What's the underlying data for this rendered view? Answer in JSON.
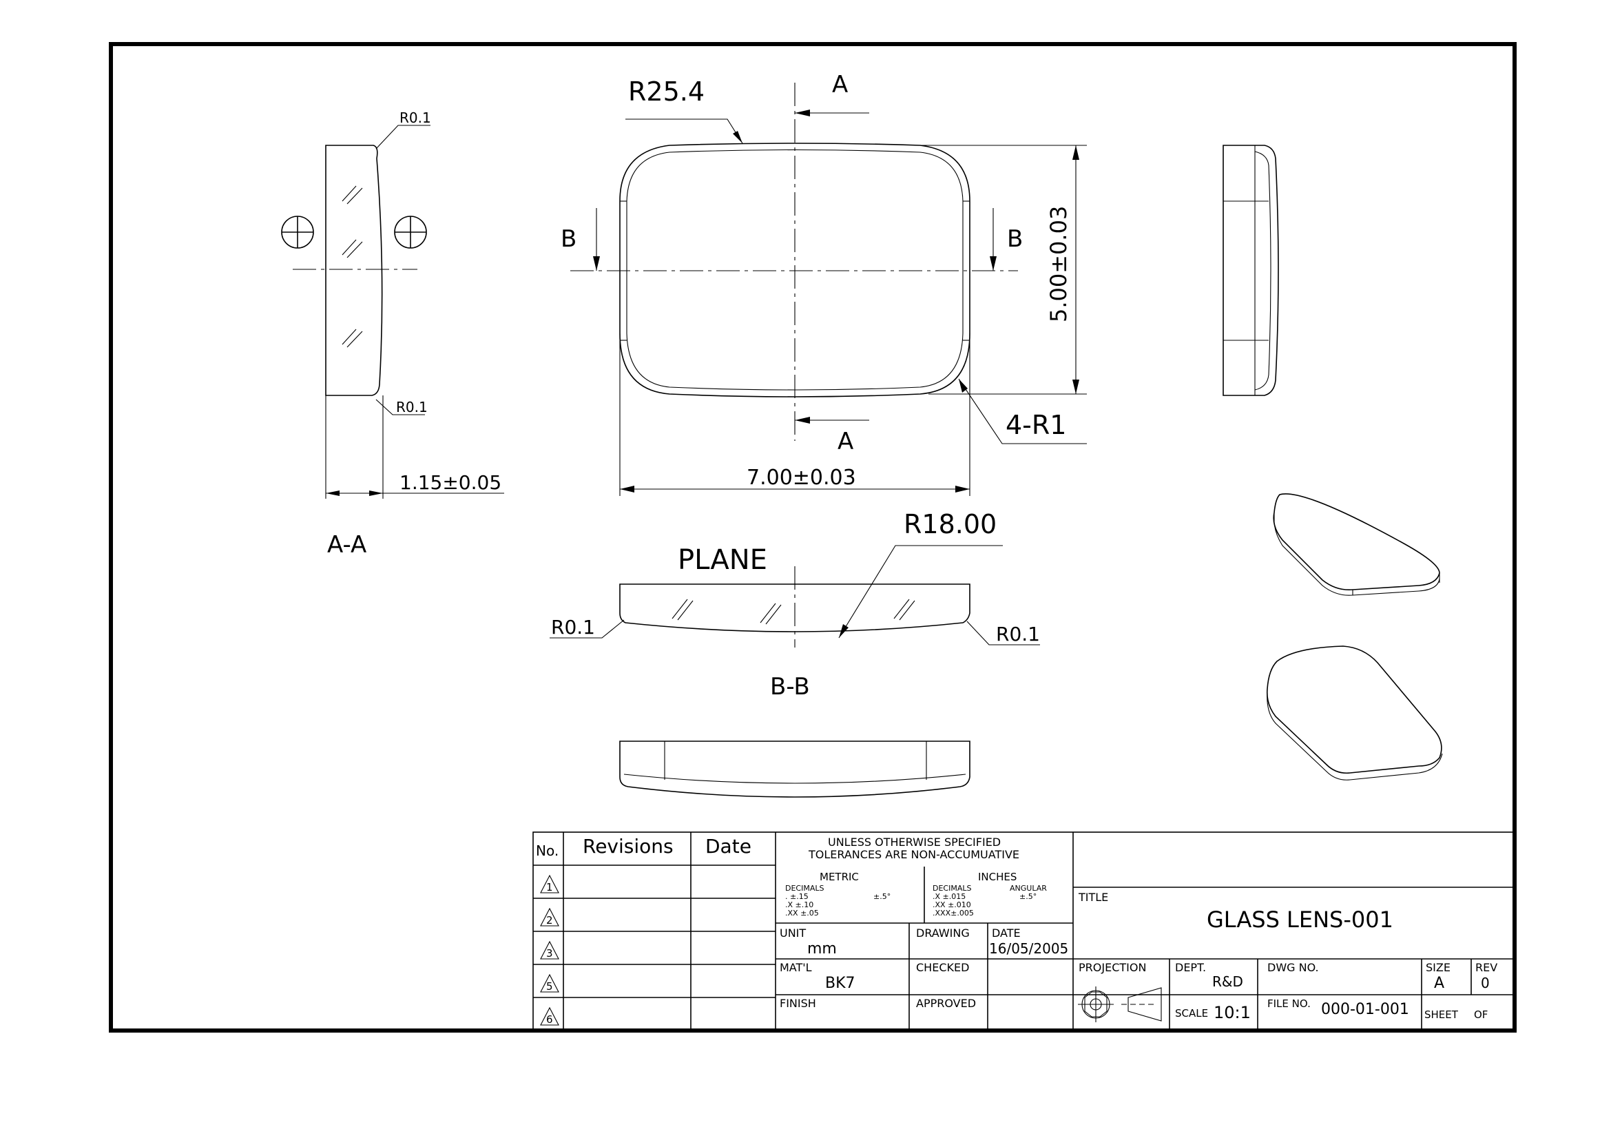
{
  "drawing": {
    "views": {
      "section_aa": {
        "label": "A-A",
        "radius_top": "R0.1",
        "radius_bottom": "R0.1",
        "thickness": "1.15±0.05"
      },
      "front": {
        "corner_radius": "R25.4",
        "section_marker_a": "A",
        "section_marker_b": "B",
        "height": "5.00±0.03",
        "width": "7.00±0.03",
        "corner_fillets": "4-R1"
      },
      "section_bb": {
        "label": "B-B",
        "plane": "PLANE",
        "radius": "R18.00",
        "radius_left": "R0.1",
        "radius_right": "R0.1"
      }
    }
  },
  "title_block": {
    "revisions": {
      "no_header": "No.",
      "revisions_header": "Revisions",
      "date_header": "Date",
      "rows": [
        "1",
        "2",
        "3",
        "5",
        "6"
      ]
    },
    "tolerances": {
      "heading_1": "UNLESS OTHERWISE SPECIFIED",
      "heading_2": "TOLERANCES ARE NON-ACCUMUATIVE",
      "metric_label": "METRIC",
      "metric_decimals_label": "DECIMALS",
      "metric_rows": [
        ". ±.15",
        ".X ±.10",
        ".XX ±.05"
      ],
      "metric_angular": "±.5°",
      "inches_label": "INCHES",
      "inches_decimals_label": "DECIMALS",
      "inches_rows": [
        ".X ±.015",
        ".XX ±.010",
        ".XXX±.005"
      ],
      "inches_angular_label": "ANGULAR",
      "inches_angular": "±.5°"
    },
    "unit_label": "UNIT",
    "unit_value": "mm",
    "drawing_label": "DRAWING",
    "date_label": "DATE",
    "date_value": "16/05/2005",
    "material_label": "MAT'L",
    "material_value": "BK7",
    "checked_label": "CHECKED",
    "finish_label": "FINISH",
    "approved_label": "APPROVED",
    "title_label": "TITLE",
    "title_value": "GLASS LENS-001",
    "projection_label": "PROJECTION",
    "dept_label": "DEPT.",
    "dept_value": "R&D",
    "dwg_no_label": "DWG NO.",
    "size_label": "SIZE",
    "size_value": "A",
    "rev_label": "REV",
    "rev_value": "0",
    "scale_label": "SCALE",
    "scale_value": "10:1",
    "file_no_label": "FILE NO.",
    "file_no_value": "000-01-001",
    "sheet_label": "SHEET",
    "of_label": "OF"
  }
}
